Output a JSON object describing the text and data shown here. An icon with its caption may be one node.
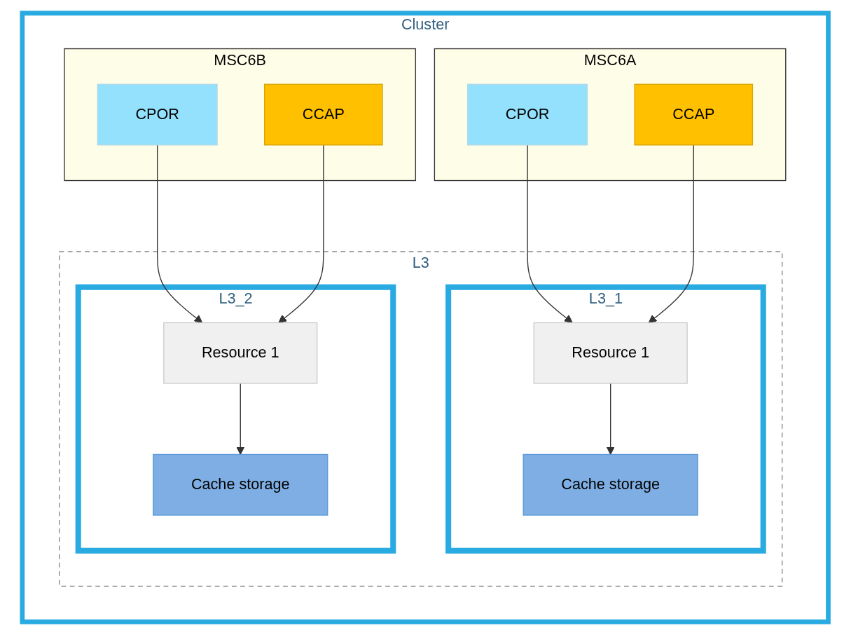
{
  "diagram": {
    "nodes": [
      {
        "text": [
          "Cluster"
        ]
      },
      {
        "text": [
          "MSC6A"
        ],
        "in": 0
      },
      {
        "text": [
          "CPOR"
        ],
        "in": 1
      },
      {
        "text": [
          "CCAP"
        ],
        "in": 1
      },
      {
        "text": [
          "MSC6B"
        ],
        "in": 0
      },
      {
        "text": [
          "CPOR"
        ],
        "in": 4
      },
      {
        "text": [
          "CCAP"
        ],
        "in": 4
      },
      {
        "text": [
          "L3"
        ],
        "in": 0
      },
      {
        "text": [
          "L3_1"
        ],
        "in": 7
      },
      {
        "text": [
          "Resource 1"
        ],
        "in": 8
      },
      {
        "text": [
          "Cache storage"
        ],
        "in": 8
      },
      {
        "text": [
          "L3_2"
        ],
        "in": 7
      },
      {
        "text": [
          "Resource 1"
        ],
        "in": 11
      },
      {
        "text": [
          "Cache storage"
        ],
        "in": 11
      }
    ],
    "edges": [
      {
        "from": 2,
        "to": 9,
        "arrow": "to"
      },
      {
        "from": 3,
        "to": 9,
        "arrow": "to"
      },
      {
        "from": 5,
        "to": 12,
        "arrow": "to"
      },
      {
        "from": 6,
        "to": 12,
        "arrow": "to"
      },
      {
        "from": 9,
        "to": 10,
        "arrow": "to"
      },
      {
        "from": 12,
        "to": 13,
        "arrow": "to"
      }
    ]
  }
}
